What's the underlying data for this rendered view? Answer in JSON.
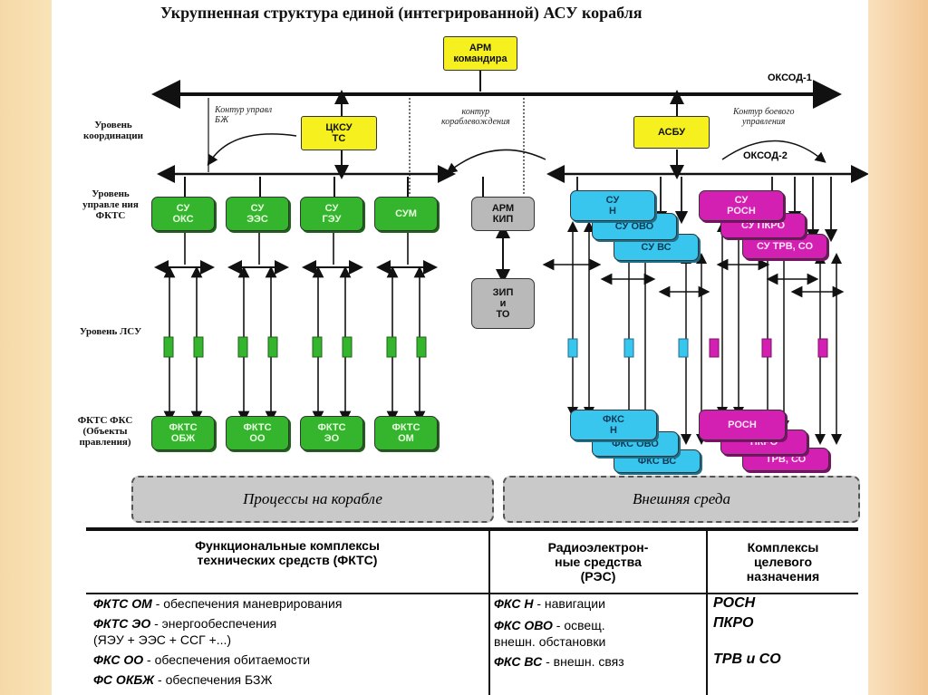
{
  "title": "Укрупненная структура единой (интегрированной)  АСУ корабля",
  "top_box": "АРМ\nкомандира",
  "bus1": "ОКСОД-1",
  "bus2": "ОКСОД-2",
  "levels": {
    "coord": "Уровень\nкоординации",
    "control": "Уровень\nуправле\nния\nФКТС",
    "lsu": "Уровень\nЛСУ",
    "objects": "ФКТС\nФКС\n(Объекты\nправления)"
  },
  "contours": {
    "left": "Контур управл\nБЖ",
    "middle": "контур\nкораблевождения",
    "right": "Контур боевого\nуправления"
  },
  "coord_boxes": {
    "ckcy": "ЦКСУ\nТС",
    "asbu": "АСБУ"
  },
  "green_top": [
    "СУ\nОКС",
    "СУ\nЭЭС",
    "СУ\nГЭУ",
    "СУМ"
  ],
  "green_bottom": [
    "ФКТС\nОБЖ",
    "ФКТС\nОО",
    "ФКТС\nЭО",
    "ФКТС\nОМ"
  ],
  "gray_boxes": {
    "arm_kip": "АРМ\nКИП",
    "zip": "ЗИП\nи\nТО"
  },
  "cyan_top": [
    "СУ\nН",
    "СУ ОВО",
    "СУ ВС"
  ],
  "mag_top": [
    "СУ\nРОСН",
    "СУ ПКРО",
    "СУ ТРВ, СО"
  ],
  "cyan_bottom": [
    "ФКС\nН",
    "ФКС  ОВО",
    "ФКС ВС"
  ],
  "mag_bottom": [
    "РОСН",
    "ПКРО",
    "ТРВ, СО"
  ],
  "env": {
    "ship": "Процессы на корабле",
    "external": "Внешняя среда"
  },
  "legend": {
    "col1_head": "Функциональные комплексы\nтехнических средств (ФКТС)",
    "col2_head": "Радиоэлектрон-\nные средства\n(РЭС)",
    "col3_head": "Комплексы\nцелевого\nназначения",
    "col1_rows": [
      {
        "code": "ФКТС ОМ",
        "text": " - обеспечения маневрирования"
      },
      {
        "code": "ФКТС ЭО",
        "text": " - энергообеспечения"
      },
      {
        "code": "",
        "text": "(ЯЭУ + ЭЭС + ССГ +...)"
      },
      {
        "code": "ФКС ОО",
        "text": " - обеспечения обитаемости"
      },
      {
        "code": "ФС ОКБЖ",
        "text": " - обеспечения БЗЖ"
      }
    ],
    "col2_rows": [
      {
        "code": "ФКС Н",
        "text": " - навигации"
      },
      {
        "code": "ФКС ОВО",
        "text": " - освещ."
      },
      {
        "code": "",
        "text": "внешн. обстановки"
      },
      {
        "code": "ФКС ВС",
        "text": " - внешн. связ"
      }
    ],
    "col3_rows": [
      "РОСН",
      "ПКРО",
      "ТРВ и СО"
    ]
  }
}
